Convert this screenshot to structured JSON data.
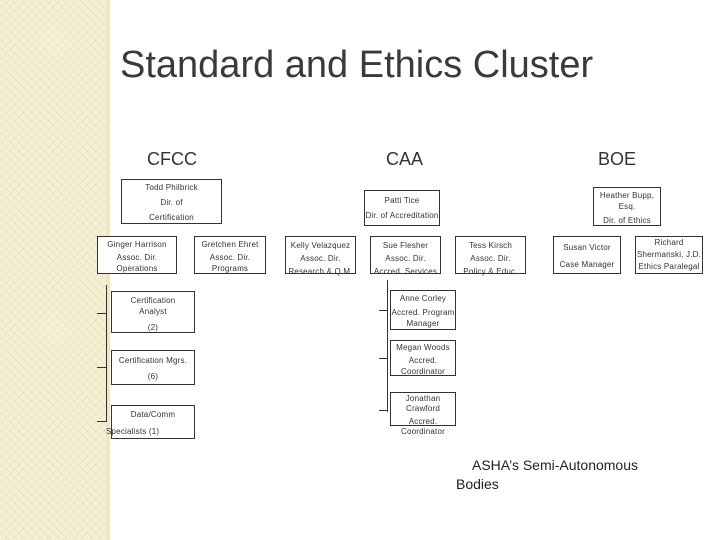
{
  "title": "Standard and Ethics Cluster",
  "clusters": {
    "cfcc": "CFCC",
    "caa": "CAA",
    "boe": "BOE"
  },
  "cfcc": {
    "head": {
      "name": "Todd Philbrick",
      "title1": "Dir. of",
      "title2": "Certification"
    },
    "reports": [
      {
        "name": "Ginger Harrison",
        "title": "Assoc. Dir. Operations"
      },
      {
        "name": "Gretchen Ehret",
        "title": "Assoc. Dir. Programs"
      }
    ],
    "staff": [
      {
        "line1": "Certification",
        "line2": "Analyst",
        "line3": "(2)"
      },
      {
        "line1": "Certification Mgrs.",
        "line2": "(6)"
      },
      {
        "line1": "Data/Comm",
        "line2": "Specialists (1)"
      }
    ]
  },
  "caa": {
    "head": {
      "name": "Patti Tice",
      "title": "Dir. of Accreditation"
    },
    "reports": [
      {
        "name": "Kelly Velazquez",
        "title1": "Assoc. Dir.",
        "title2": "Research & Q.M."
      },
      {
        "name": "Sue Flesher",
        "title1": "Assoc. Dir.",
        "title2": "Accred. Services"
      },
      {
        "name": "Tess Kirsch",
        "title1": "Assoc. Dir.",
        "title2": "Policy & Educ."
      }
    ],
    "staff": [
      {
        "name": "Anne Corley",
        "title1": "Accred. Program",
        "title2": "Manager"
      },
      {
        "name": "Megan Woods",
        "title1": "Accred.",
        "title2": "Coordinator"
      },
      {
        "name": "Jonathan Crawford",
        "title1": "Accred.",
        "title2": "Coordinator"
      }
    ]
  },
  "boe": {
    "head": {
      "name1": "Heather Bupp,",
      "name2": "Esq.",
      "title": "Dir. of Ethics"
    },
    "reports": [
      {
        "name": "Susan Victor",
        "title": "Case Manager"
      },
      {
        "name1": "Richard",
        "name2": "Shermanski, J.D.",
        "title": "Ethics Paralegal"
      }
    ]
  },
  "footer": {
    "line1": "ASHA’s Semi-Autonomous",
    "line2": "Bodies"
  }
}
